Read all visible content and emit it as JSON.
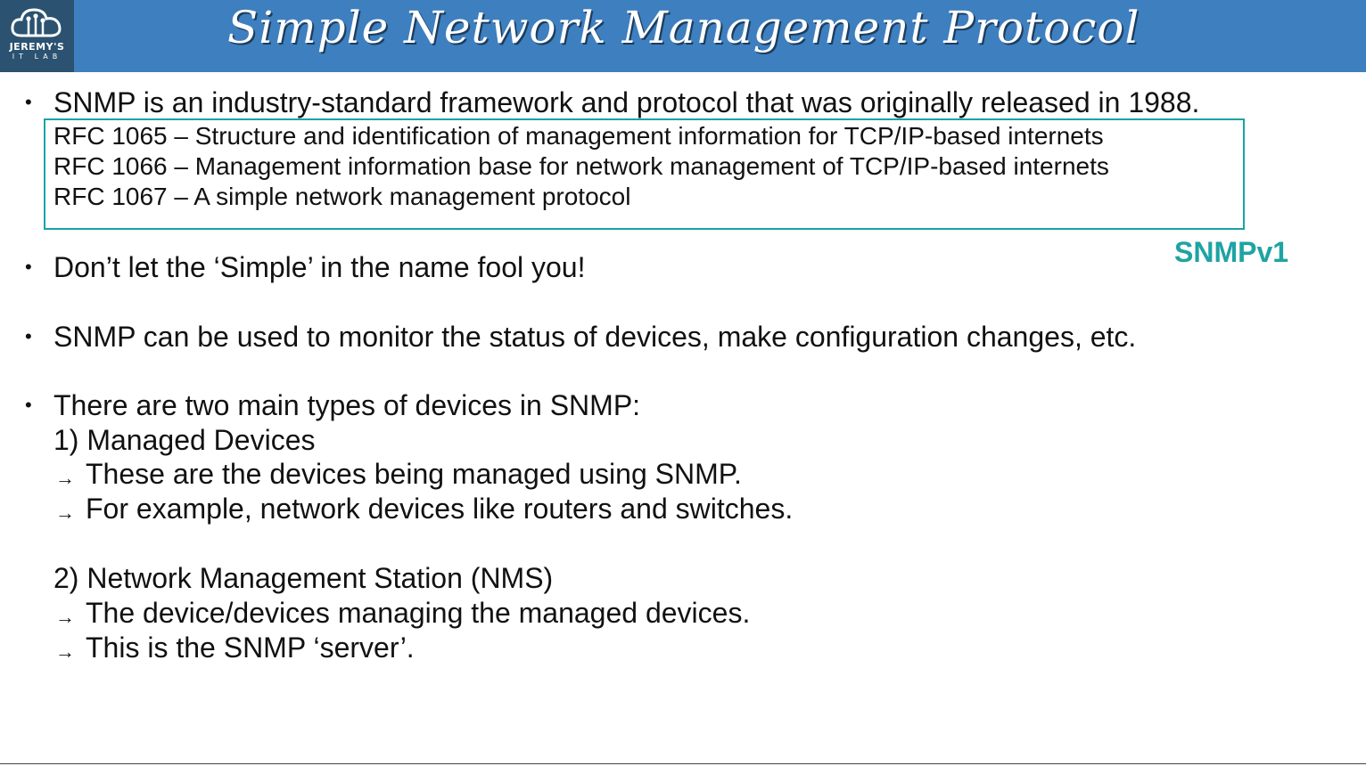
{
  "header": {
    "title": "Simple Network Management Protocol",
    "logo": {
      "line1": "JEREMY'S",
      "line2": "IT LAB",
      "icon": "cloud-circuit-icon"
    }
  },
  "bullets": [
    {
      "text": "SNMP is an industry-standard framework and protocol that was originally released in 1988."
    },
    {
      "text": "Don’t let the ‘Simple’ in the name fool you!"
    },
    {
      "text": "SNMP can be used to monitor the status of devices, make configuration changes, etc."
    },
    {
      "text": "There are two main types of devices in SNMP:"
    }
  ],
  "rfcs": [
    "RFC 1065 – Structure and identification of management information for TCP/IP-based internets",
    "RFC 1066 – Management information base for network management of TCP/IP-based internets",
    "RFC 1067 – A simple network management protocol"
  ],
  "version_tag": "SNMPv1",
  "device_types": [
    {
      "heading": "1) Managed Devices",
      "points": [
        "These are the devices being managed using SNMP.",
        "For example, network devices like routers and switches."
      ]
    },
    {
      "heading": "2) Network Management Station (NMS)",
      "points": [
        "The device/devices managing the managed devices.",
        "This is the SNMP ‘server’."
      ]
    }
  ],
  "arrow_glyph": "→",
  "bullet_glyph": "•",
  "colors": {
    "header": "#3e7fbf",
    "logo_bg": "#2b5270",
    "accent": "#1aa3a3"
  }
}
